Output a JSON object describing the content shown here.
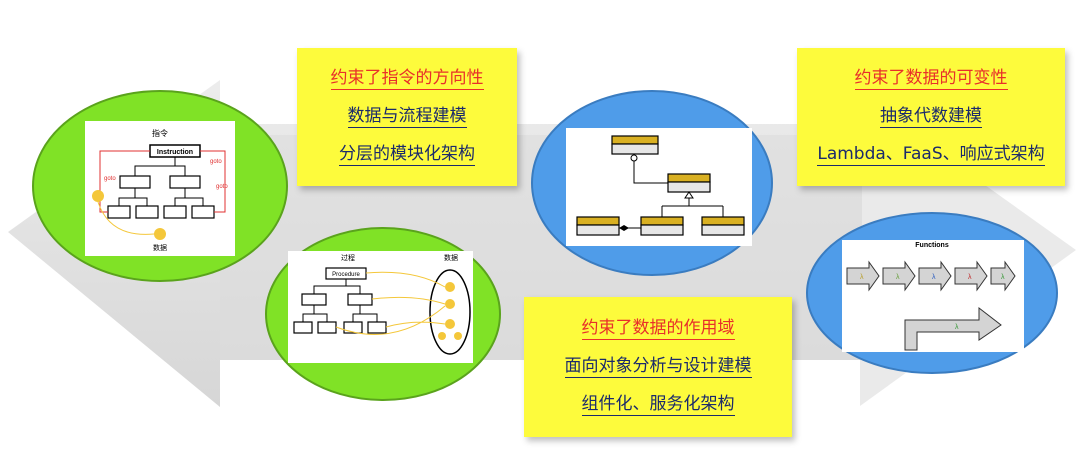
{
  "boxes": {
    "top_left": {
      "title": "约束了指令的方向性",
      "lines": [
        "数据与流程建模",
        "分层的模块化架构"
      ]
    },
    "bottom_middle": {
      "title": "约束了数据的作用域",
      "lines": [
        "面向对象分析与设计建模",
        "组件化、服务化架构"
      ]
    },
    "top_right": {
      "title": "约束了数据的可变性",
      "lines": [
        "抽象代数建模",
        "Lambda、FaaS、响应式架构"
      ]
    }
  },
  "diagram1": {
    "label_top": "指令",
    "instruction": "Instruction",
    "goto": "goto",
    "label_bottom": "数据"
  },
  "diagram2": {
    "label_process": "过程",
    "label_data": "数据",
    "procedure": "Procedure"
  },
  "diagram4": {
    "title": "Functions",
    "lambda": "λ"
  },
  "colors": {
    "green_ellipse": "#80e226",
    "blue_ellipse": "#4f9ce9",
    "yellow_box": "#fdfb3c",
    "red_text": "#e8302a",
    "blue_text": "#1b2a6b",
    "arrow_band": "#d9d9d9"
  }
}
